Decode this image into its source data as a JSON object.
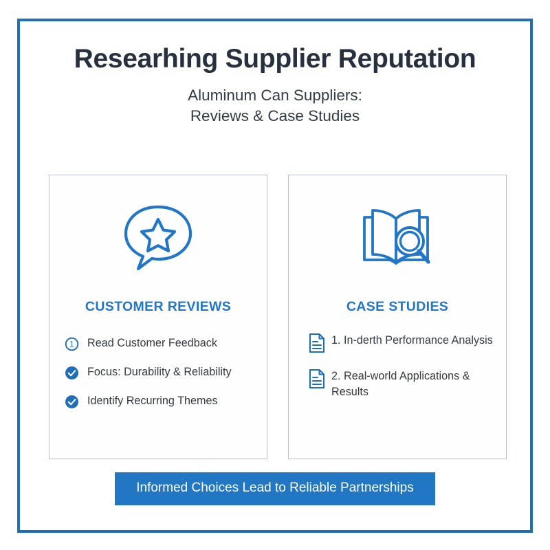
{
  "poster": {
    "border_color": "#1f6fb8",
    "accent_color": "#2176c7",
    "title_color": "#27303f"
  },
  "header": {
    "title": "Researhing Supplier Reputation",
    "subtitle_line1": "Aluminum Can Suppliers:",
    "subtitle_line2": "Reviews & Case Studies"
  },
  "cards": [
    {
      "id": "customer-reviews",
      "icon": "speech-bubble-star-icon",
      "heading": "CUSTOMER REVIEWS",
      "items": [
        {
          "icon": "numbered-circle-1-icon",
          "text": "Read Customer Feedback"
        },
        {
          "icon": "check-circle-icon",
          "text": "Focus: Durability & Reliability"
        },
        {
          "icon": "check-circle-icon",
          "text": "Identify Recurring Themes"
        }
      ]
    },
    {
      "id": "case-studies",
      "icon": "book-magnifier-icon",
      "heading": "CASE STUDIES",
      "items": [
        {
          "icon": "document-icon",
          "text": "1. In-derth Performance Analysis"
        },
        {
          "icon": "document-icon",
          "text": "2. Real-world Applications & Results"
        }
      ]
    }
  ],
  "banner": {
    "text": "Informed Choices Lead to Reliable Partnerships",
    "background": "#2277c4",
    "text_color": "#ffffff"
  }
}
